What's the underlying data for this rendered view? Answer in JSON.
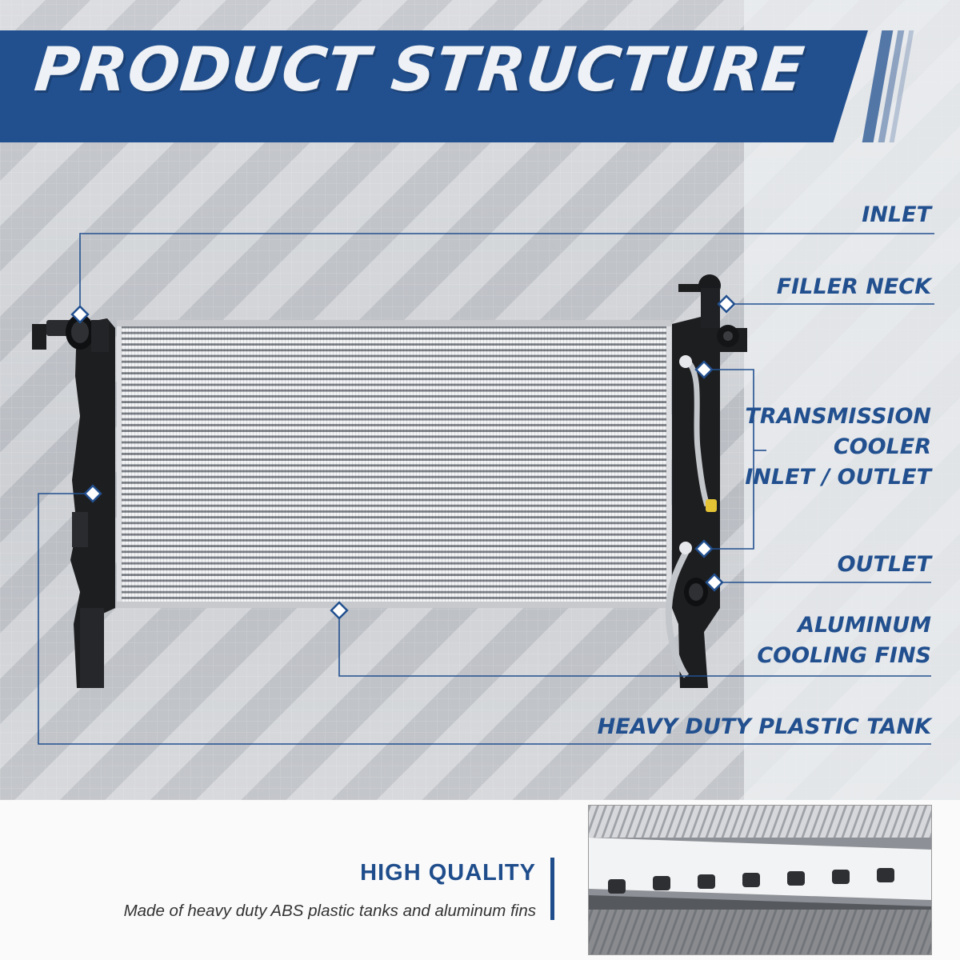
{
  "title": "PRODUCT STRUCTURE",
  "callouts": {
    "inlet": "INLET",
    "filler_neck": "FILLER NECK",
    "transmission": [
      "TRANSMISSION",
      "COOLER",
      "INLET / OUTLET"
    ],
    "outlet": "OUTLET",
    "fins": [
      "ALUMINUM",
      "COOLING FINS"
    ],
    "tank": "HEAVY DUTY PLASTIC TANK"
  },
  "quality": {
    "title": "HIGH QUALITY",
    "description": "Made of heavy duty ABS plastic tanks and aluminum fins"
  },
  "colors": {
    "brand_blue": "#22508f",
    "label_blue": "#22508f",
    "tank_black": "#1d1e20",
    "fin_silver": "#e2e4e7"
  }
}
